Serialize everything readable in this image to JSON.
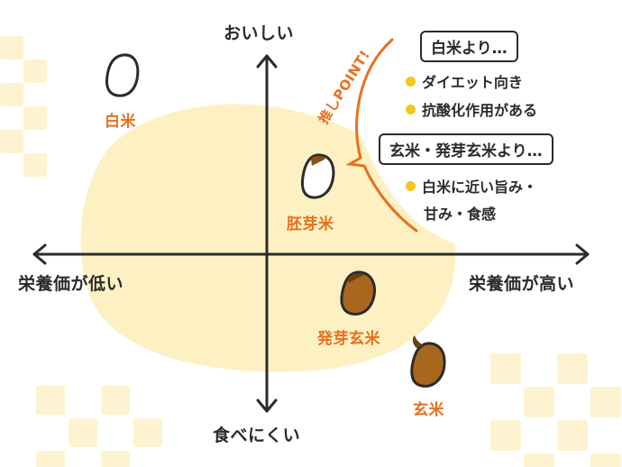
{
  "axes": {
    "top": "おいしい",
    "bottom": "食べにくい",
    "left": "栄養価が低い",
    "right": "栄養価が高い"
  },
  "rice": {
    "white": "白米",
    "germ": "胚芽米",
    "germinated_brown": "発芽玄米",
    "brown": "玄米"
  },
  "callout": {
    "tag": "推しPOINT!",
    "box1_title": "白米より…",
    "box1_items": [
      "ダイエット向き",
      "抗酸化作用がある"
    ],
    "box2_title": "玄米・発芽玄米より…",
    "box2_item_line1": "白米に近い旨み・",
    "box2_item_line2": "甘み・食感"
  },
  "colors": {
    "highlight": "#fdf1c4",
    "checker": "#fdf3d0",
    "accent": "#e8701d",
    "ink": "#2b2b2b",
    "bullet": "#f2c81b",
    "brown_grain": "#a8671c",
    "brown_grain_dark": "#6e3f0f"
  }
}
